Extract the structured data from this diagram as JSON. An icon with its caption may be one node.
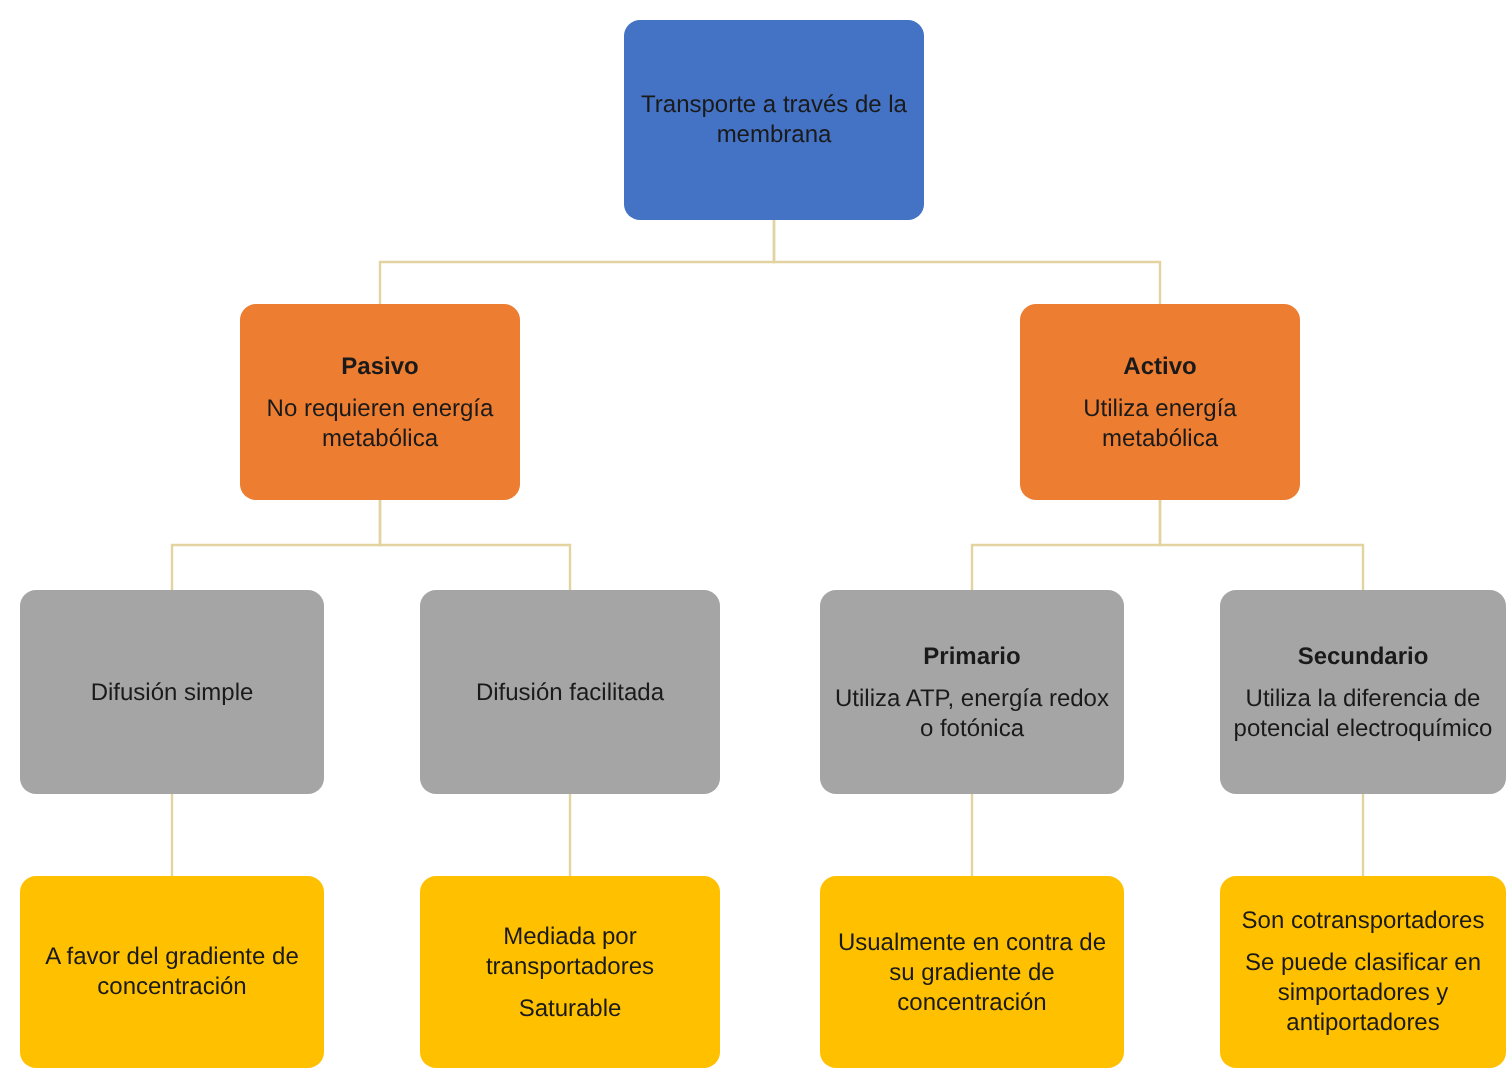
{
  "diagram": {
    "nodes": [
      {
        "text": [
          "Transporte a través de la membrana"
        ]
      },
      {
        "text": [
          "Pasivo",
          "No requieren energía metabólica"
        ]
      },
      {
        "text": [
          "Activo",
          "Utiliza energía metabólica"
        ]
      },
      {
        "text": [
          "Difusión simple"
        ]
      },
      {
        "text": [
          "Difusión facilitada"
        ]
      },
      {
        "text": [
          "Primario",
          "Utiliza ATP, energía redox o fotónica"
        ]
      },
      {
        "text": [
          "Secundario",
          "Utiliza la diferencia de potencial electroquímico"
        ]
      },
      {
        "text": [
          "A favor del gradiente de concentración"
        ]
      },
      {
        "text": [
          "Mediada por transportadores",
          "Saturable"
        ]
      },
      {
        "text": [
          "Usualmente en contra de su gradiente de concentración"
        ]
      },
      {
        "text": [
          "Son cotransportadores",
          "Se puede clasificar en simportadores y antiportadores"
        ]
      }
    ],
    "edges": [
      {
        "from": 0,
        "to": 1,
        "arrow": "none"
      },
      {
        "from": 0,
        "to": 2,
        "arrow": "none"
      },
      {
        "from": 1,
        "to": 3,
        "arrow": "none"
      },
      {
        "from": 1,
        "to": 4,
        "arrow": "none"
      },
      {
        "from": 2,
        "to": 5,
        "arrow": "none"
      },
      {
        "from": 2,
        "to": 6,
        "arrow": "none"
      },
      {
        "from": 3,
        "to": 7,
        "arrow": "none"
      },
      {
        "from": 4,
        "to": 8,
        "arrow": "none"
      },
      {
        "from": 5,
        "to": 9,
        "arrow": "none"
      },
      {
        "from": 6,
        "to": 10,
        "arrow": "none"
      }
    ]
  }
}
